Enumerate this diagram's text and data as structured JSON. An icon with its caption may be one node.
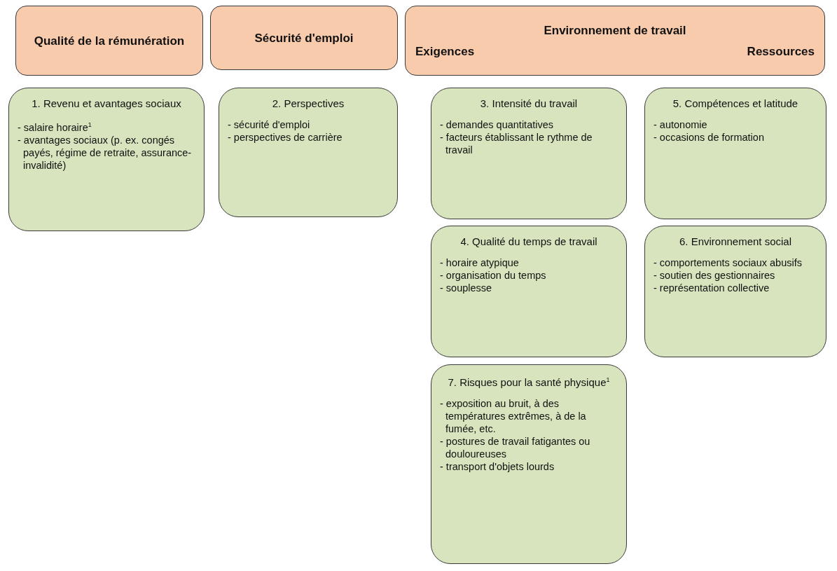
{
  "diagram": {
    "nodes": [
      {
        "text": [
          "Qualité de la rémunération"
        ]
      },
      {
        "text": [
          "Sécurité d'emploi"
        ]
      },
      {
        "text": [
          "Environnement de travail",
          "Exigences",
          "Ressources"
        ]
      },
      {
        "text": [
          "1. Revenu et avantages sociaux",
          "- salaire horaire$^{1}$",
          "- avantages sociaux (p. ex. congés payés, régime de retraite, assurance-invalidité)"
        ]
      },
      {
        "text": [
          "2. Perspectives",
          "- sécurité d'emploi",
          "- perspectives de carrière"
        ]
      },
      {
        "text": [
          "3. Intensité du travail",
          "- demandes quantitatives",
          "- facteurs établissant le rythme de travail"
        ]
      },
      {
        "text": [
          "5. Compétences et latitude",
          "- autonomie",
          "- occasions de formation"
        ]
      },
      {
        "text": [
          "4. Qualité du temps de travail",
          "- horaire atypique",
          "- organisation du temps",
          "- souplesse"
        ]
      },
      {
        "text": [
          "6. Environnement social",
          "- comportements sociaux abusifs",
          "- soutien des gestionnaires",
          "- représentation collective"
        ]
      },
      {
        "text": [
          "7. Risques pour la santé physique$^{1}$",
          "- exposition au bruit, à des températures extrêmes, à de la fumée, etc.",
          "- postures de travail fatigantes ou douloureuses",
          "- transport d'objets lourds"
        ]
      }
    ]
  }
}
